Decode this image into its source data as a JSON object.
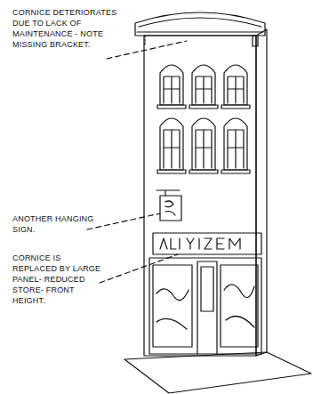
{
  "diagram": {
    "labels": [
      "CORNICE DETERIORATES DUE TO LACK OF MAINTENANCE - NOTE MISSING BRACKET.",
      "ANOTHER HANGING SIGN.",
      "CORNICE IS REPLACED BY LARGE PANEL- REDUCED STORE- FRONT HEIGHT."
    ]
  }
}
